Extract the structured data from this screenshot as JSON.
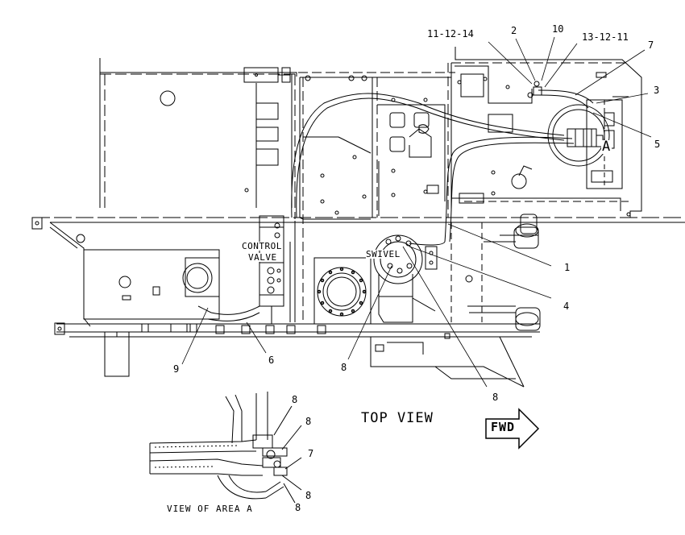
{
  "callouts": {
    "c_11_12_14": "11-12-14",
    "c_2": "2",
    "c_10": "10",
    "c_13_12_11": "13-12-11",
    "c_7_top": "7",
    "c_3": "3",
    "c_5": "5",
    "c_1": "1",
    "c_4": "4",
    "c_8_right": "8",
    "c_8_mid": "8",
    "c_6": "6",
    "c_9": "9",
    "detail_7": "7",
    "detail_8_a": "8",
    "detail_8_b": "8",
    "detail_8_c": "8",
    "detail_8_d": "8"
  },
  "component_labels": {
    "control_valve_line1": "CONTROL",
    "control_valve_line2": "VALVE",
    "swivel": "SWIVEL",
    "area_marker": "A"
  },
  "view_titles": {
    "top_view": "TOP VIEW",
    "fwd_arrow": "FWD",
    "view_of_area_a": "VIEW OF AREA A"
  }
}
